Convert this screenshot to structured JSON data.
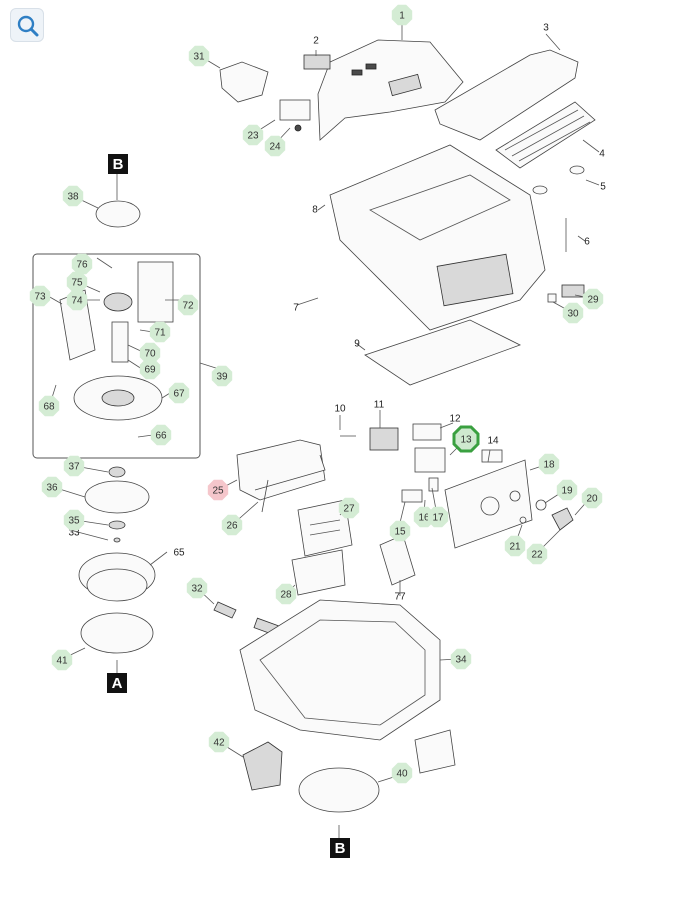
{
  "toolbar": {
    "search_icon": "search-icon"
  },
  "diagram": {
    "section_labels": {
      "B_top": "B",
      "A": "A",
      "B_bottom": "B"
    },
    "colors": {
      "badge_fill": "#d4ecd4",
      "badge_highlight_fill": "#cfe9cf",
      "badge_highlight_stroke": "#3aa040",
      "badge_alert_fill": "#f5c6cb",
      "section_fill": "#111111"
    },
    "parts": [
      {
        "id": "1",
        "label": "1",
        "style": "green"
      },
      {
        "id": "2",
        "label": "2",
        "style": "plain"
      },
      {
        "id": "3",
        "label": "3",
        "style": "plain"
      },
      {
        "id": "4",
        "label": "4",
        "style": "plain"
      },
      {
        "id": "5",
        "label": "5",
        "style": "plain"
      },
      {
        "id": "6",
        "label": "6",
        "style": "plain"
      },
      {
        "id": "7",
        "label": "7",
        "style": "plain"
      },
      {
        "id": "8",
        "label": "8",
        "style": "plain"
      },
      {
        "id": "9",
        "label": "9",
        "style": "plain"
      },
      {
        "id": "10",
        "label": "10",
        "style": "plain"
      },
      {
        "id": "11",
        "label": "11",
        "style": "plain"
      },
      {
        "id": "12",
        "label": "12",
        "style": "plain"
      },
      {
        "id": "13",
        "label": "13",
        "style": "highlight"
      },
      {
        "id": "14",
        "label": "14",
        "style": "plain"
      },
      {
        "id": "15",
        "label": "15",
        "style": "green"
      },
      {
        "id": "16",
        "label": "16",
        "style": "green"
      },
      {
        "id": "17",
        "label": "17",
        "style": "green"
      },
      {
        "id": "18",
        "label": "18",
        "style": "green"
      },
      {
        "id": "19",
        "label": "19",
        "style": "green"
      },
      {
        "id": "20",
        "label": "20",
        "style": "green"
      },
      {
        "id": "21",
        "label": "21",
        "style": "green"
      },
      {
        "id": "22",
        "label": "22",
        "style": "green"
      },
      {
        "id": "23",
        "label": "23",
        "style": "green"
      },
      {
        "id": "24",
        "label": "24",
        "style": "green"
      },
      {
        "id": "25",
        "label": "25",
        "style": "red"
      },
      {
        "id": "26",
        "label": "26",
        "style": "green"
      },
      {
        "id": "27",
        "label": "27",
        "style": "green"
      },
      {
        "id": "28",
        "label": "28",
        "style": "green"
      },
      {
        "id": "29",
        "label": "29",
        "style": "green"
      },
      {
        "id": "30",
        "label": "30",
        "style": "green"
      },
      {
        "id": "31",
        "label": "31",
        "style": "green"
      },
      {
        "id": "32",
        "label": "32",
        "style": "green"
      },
      {
        "id": "33",
        "label": "33",
        "style": "plain"
      },
      {
        "id": "34",
        "label": "34",
        "style": "green"
      },
      {
        "id": "35",
        "label": "35",
        "style": "green"
      },
      {
        "id": "36",
        "label": "36",
        "style": "green"
      },
      {
        "id": "37",
        "label": "37",
        "style": "green"
      },
      {
        "id": "38",
        "label": "38",
        "style": "green"
      },
      {
        "id": "39",
        "label": "39",
        "style": "green"
      },
      {
        "id": "40",
        "label": "40",
        "style": "green"
      },
      {
        "id": "41",
        "label": "41",
        "style": "green"
      },
      {
        "id": "42",
        "label": "42",
        "style": "green"
      },
      {
        "id": "65",
        "label": "65",
        "style": "plain"
      },
      {
        "id": "66",
        "label": "66",
        "style": "green"
      },
      {
        "id": "67",
        "label": "67",
        "style": "green"
      },
      {
        "id": "68",
        "label": "68",
        "style": "green"
      },
      {
        "id": "69",
        "label": "69",
        "style": "green"
      },
      {
        "id": "70",
        "label": "70",
        "style": "green"
      },
      {
        "id": "71",
        "label": "71",
        "style": "green"
      },
      {
        "id": "72",
        "label": "72",
        "style": "green"
      },
      {
        "id": "73",
        "label": "73",
        "style": "green"
      },
      {
        "id": "74",
        "label": "74",
        "style": "green"
      },
      {
        "id": "75",
        "label": "75",
        "style": "green"
      },
      {
        "id": "76",
        "label": "76",
        "style": "green"
      },
      {
        "id": "77",
        "label": "77",
        "style": "plain"
      }
    ]
  }
}
